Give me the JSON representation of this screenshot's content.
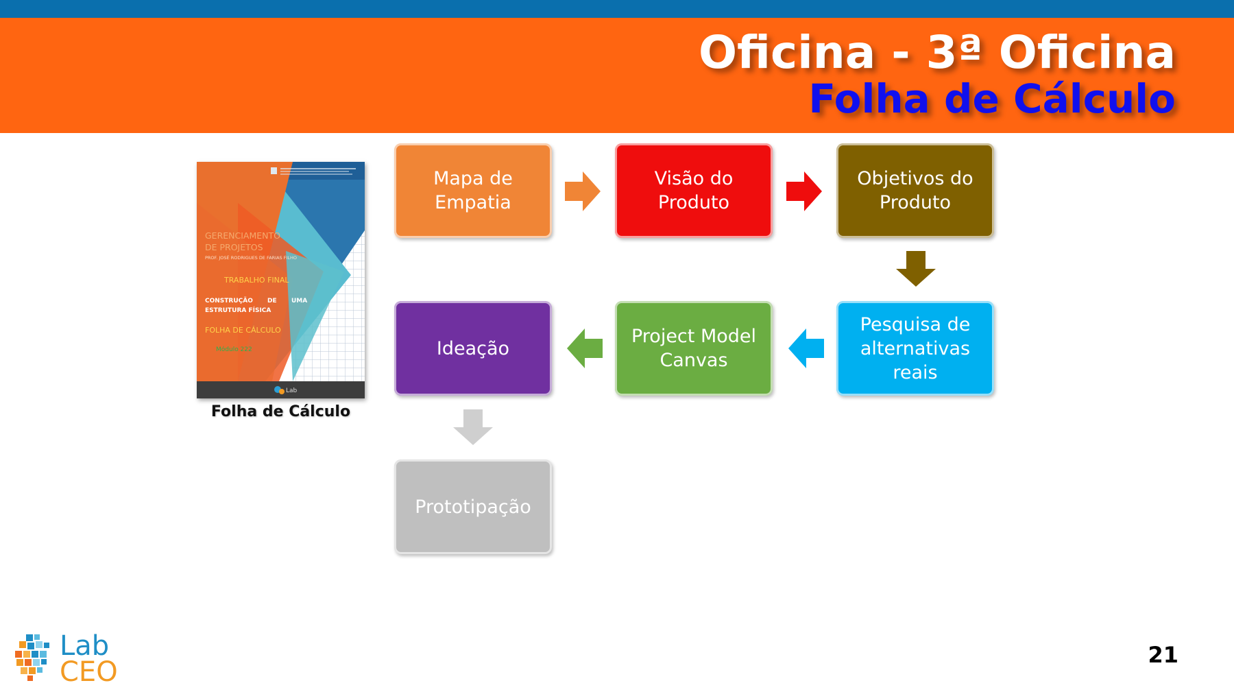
{
  "header": {
    "title": "Oficina - 3ª Oficina",
    "subtitle": "Folha de Cálculo"
  },
  "cover": {
    "heading1": "GERENCIAMENTO",
    "heading2": "DE PROJETOS",
    "author": "PROF. JOSÉ RODRIGUES DE FARIAS FILHO",
    "section": "TRABALHO FINAL",
    "line1_a": "CONSTRUÇÃO",
    "line1_b": "DE",
    "line1_c": "UMA",
    "line2": "ESTRUTURA FÍSICA",
    "doc": "FOLHA DE CÁLCULO",
    "module": "Módulo 222",
    "caption": "Folha de Cálculo"
  },
  "flow": {
    "step1": "Mapa de Empatia",
    "step2": "Visão do Produto",
    "step3": "Objetivos do Produto",
    "step4": "Pesquisa de alternativas reais",
    "step5": "Project Model Canvas",
    "step6": "Ideação",
    "step7": "Prototipação"
  },
  "colors": {
    "step1": "#f08536",
    "step2": "#ef0d0d",
    "step3": "#7f6000",
    "step4": "#00b0f0",
    "step5": "#6bad42",
    "step6": "#7030a0",
    "step7": "#bfbfbf"
  },
  "logo": {
    "line1": "Lab",
    "line2": "CEO"
  },
  "page_number": "21"
}
